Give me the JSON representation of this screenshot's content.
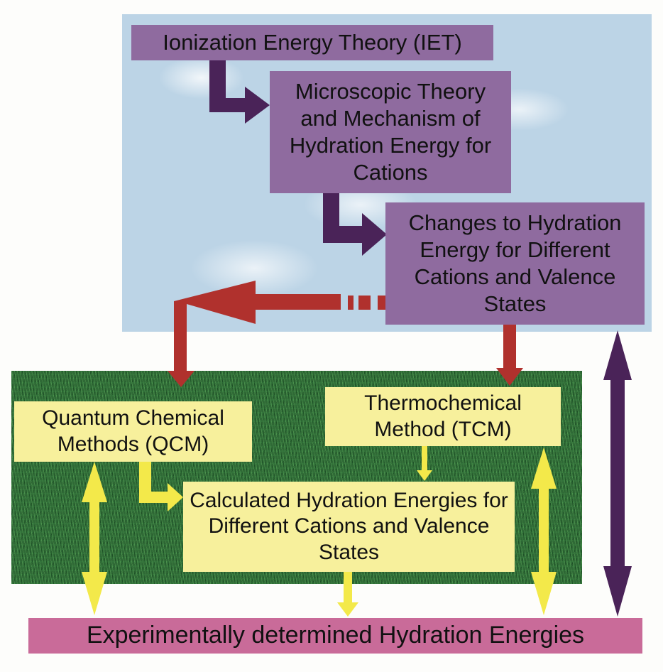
{
  "nodes": {
    "iet": "Ionization Energy Theory (IET)",
    "microscopic": "Microscopic Theory and Mechanism of Hydration Energy for Cations",
    "changes": "Changes to Hydration Energy for Different Cations and Valence States",
    "qcm": "Quantum Chemical Methods (QCM)",
    "tcm": "Thermochemical Method (TCM)",
    "calculated": "Calculated Hydration Energies for Different Cations and Valence States",
    "experimental": "Experimentally determined Hydration Energies"
  },
  "colors": {
    "purple_box": "#8f6b9f",
    "dark_arrow": "#4a2358",
    "red_arrow": "#b0312d",
    "yellow_box": "#f7f09c",
    "yellow_arrow": "#f3e94a",
    "pink_box": "#c96b99"
  }
}
